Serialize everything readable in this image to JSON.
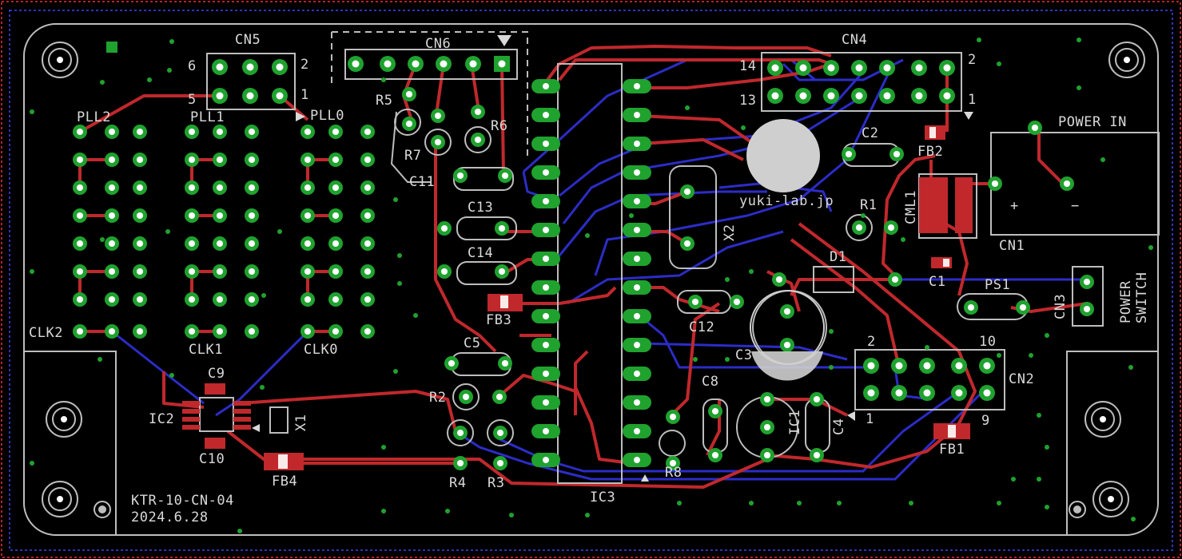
{
  "colors": {
    "background": "#000000",
    "top_copper": "#c0282c",
    "bottom_copper": "#2c2cc8",
    "pad": "#1fa22e",
    "silkscreen": "#d9d9d9",
    "drill": "#ffffff",
    "outline_red": "#b4232a",
    "outline_blue": "#3033b8"
  },
  "board": {
    "name": "KTR-10-CN-04",
    "date": "2024.6.28",
    "logo_text": "yuki-lab.jp"
  },
  "components": {
    "cn1": "CN1",
    "cn2": "CN2",
    "cn3": "CN3",
    "cn4": "CN4",
    "cn5": "CN5",
    "cn6": "CN6",
    "power_in": "POWER IN",
    "power_switch_1": "POWER",
    "power_switch_2": "SWITCH",
    "plus": "+",
    "minus": "−",
    "pll2": "PLL2",
    "pll1": "PLL1",
    "pll0": "PLL0",
    "clk2": "CLK2",
    "clk1": "CLK1",
    "clk0": "CLK0",
    "ic1": "IC1",
    "ic2": "IC2",
    "ic3": "IC3",
    "x1": "X1",
    "x2": "X2",
    "r1": "R1",
    "r2": "R2",
    "r3": "R3",
    "r4": "R4",
    "r5": "R5",
    "r6": "R6",
    "r7": "R7",
    "r8": "R8",
    "c1": "C1",
    "c2": "C2",
    "c3": "C3",
    "c4": "C4",
    "c5": "C5",
    "c8": "C8",
    "c9": "C9",
    "c10": "C10",
    "c11": "C11",
    "c12": "C12",
    "c13": "C13",
    "c14": "C14",
    "fb1": "FB1",
    "fb2": "FB2",
    "fb3": "FB3",
    "fb4": "FB4",
    "cml1": "CML1",
    "d1": "D1",
    "ps1": "PS1"
  },
  "pin_labels": {
    "cn5_6": "6",
    "cn5_2": "2",
    "cn5_5": "5",
    "cn5_1": "1",
    "cn4_14": "14",
    "cn4_2": "2",
    "cn4_13": "13",
    "cn4_1": "1",
    "cn2_2": "2",
    "cn2_10": "10",
    "cn2_1": "1",
    "cn2_9": "9"
  }
}
